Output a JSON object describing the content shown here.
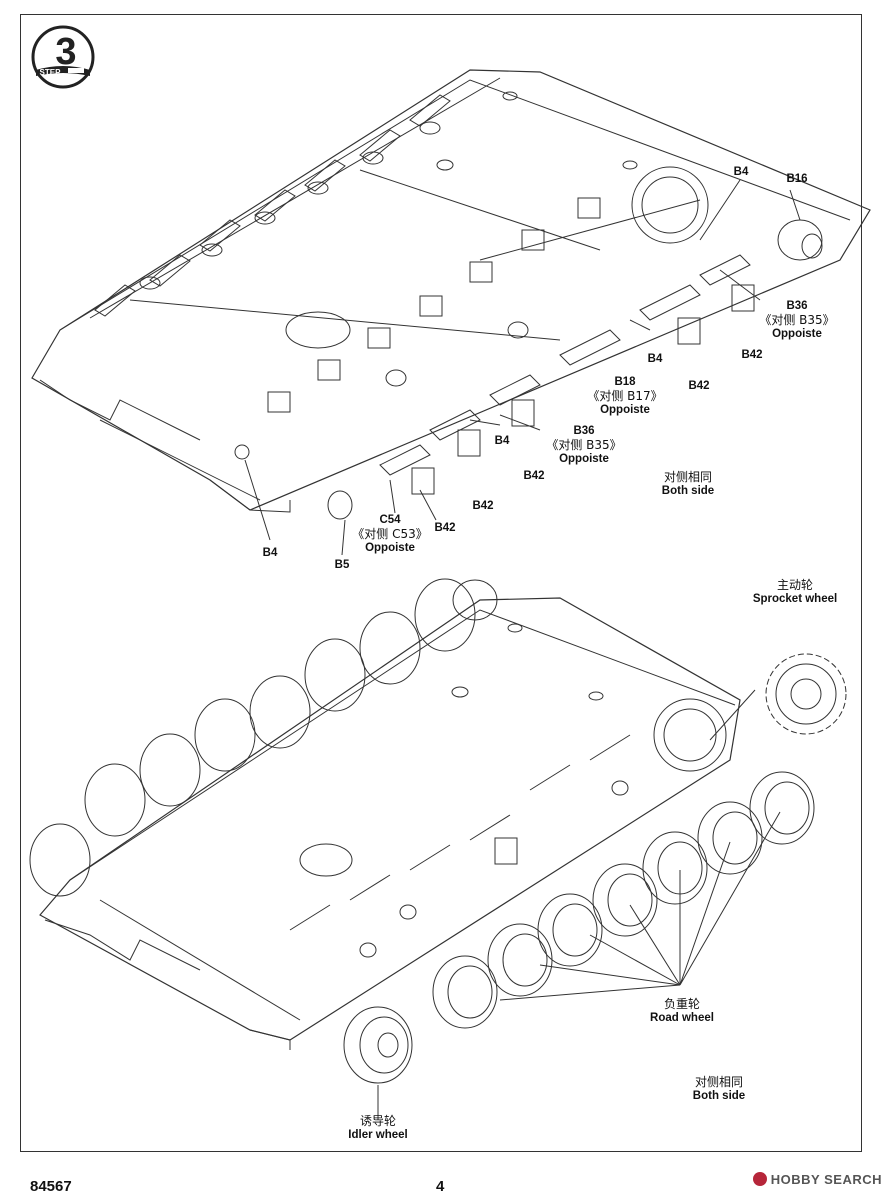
{
  "page": {
    "step_number": "3",
    "step_word": "STEP",
    "kit_number": "84567",
    "page_number": "4",
    "watermark": "HOBBY SEARCH"
  },
  "labels": {
    "b16": "B16",
    "b4_top": "B4",
    "b36_top": "B36",
    "b35_top_cn": "《对侧 B35》",
    "b35_top_en": "Oppoiste",
    "b42_r1": "B42",
    "b4_mid": "B4",
    "b42_r2": "B42",
    "b18": "B18",
    "b17_cn": "《对侧 B17》",
    "b17_en": "Oppoiste",
    "b36_mid": "B36",
    "b35_mid_cn": "《对侧 B35》",
    "b35_mid_en": "Oppoiste",
    "b4_low": "B4",
    "b42_a": "B42",
    "b42_b": "B42",
    "b42_c": "B42",
    "c54": "C54",
    "c53_cn": "《对侧 C53》",
    "c53_en": "Oppoiste",
    "b4_left": "B4",
    "b5": "B5",
    "both_side_1_cn": "对侧相同",
    "both_side_1_en": "Both side",
    "sprocket_cn": "主动轮",
    "sprocket_en": "Sprocket wheel",
    "road_cn": "负重轮",
    "road_en": "Road wheel",
    "both_side_2_cn": "对侧相同",
    "both_side_2_en": "Both side",
    "idler_cn": "诱导轮",
    "idler_en": "Idler wheel"
  },
  "colors": {
    "line": "#333333",
    "watermark_icon": "#b6263a"
  }
}
